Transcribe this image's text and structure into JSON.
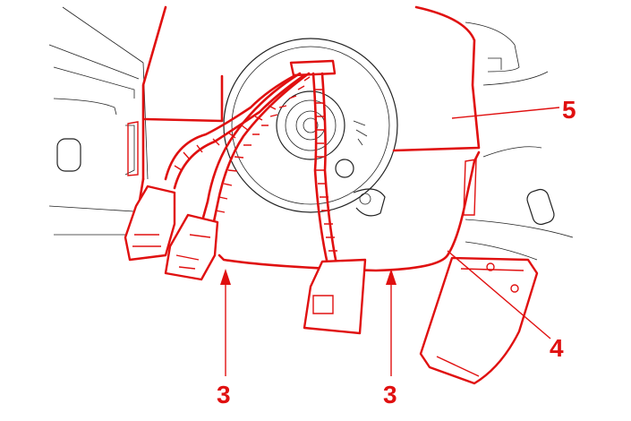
{
  "callouts": {
    "label_5": "5",
    "label_4": "4",
    "label_3_left": "3",
    "label_3_right": "3"
  },
  "colors": {
    "highlight": "#e01010",
    "line_art": "#222222",
    "background": "#ffffff"
  }
}
